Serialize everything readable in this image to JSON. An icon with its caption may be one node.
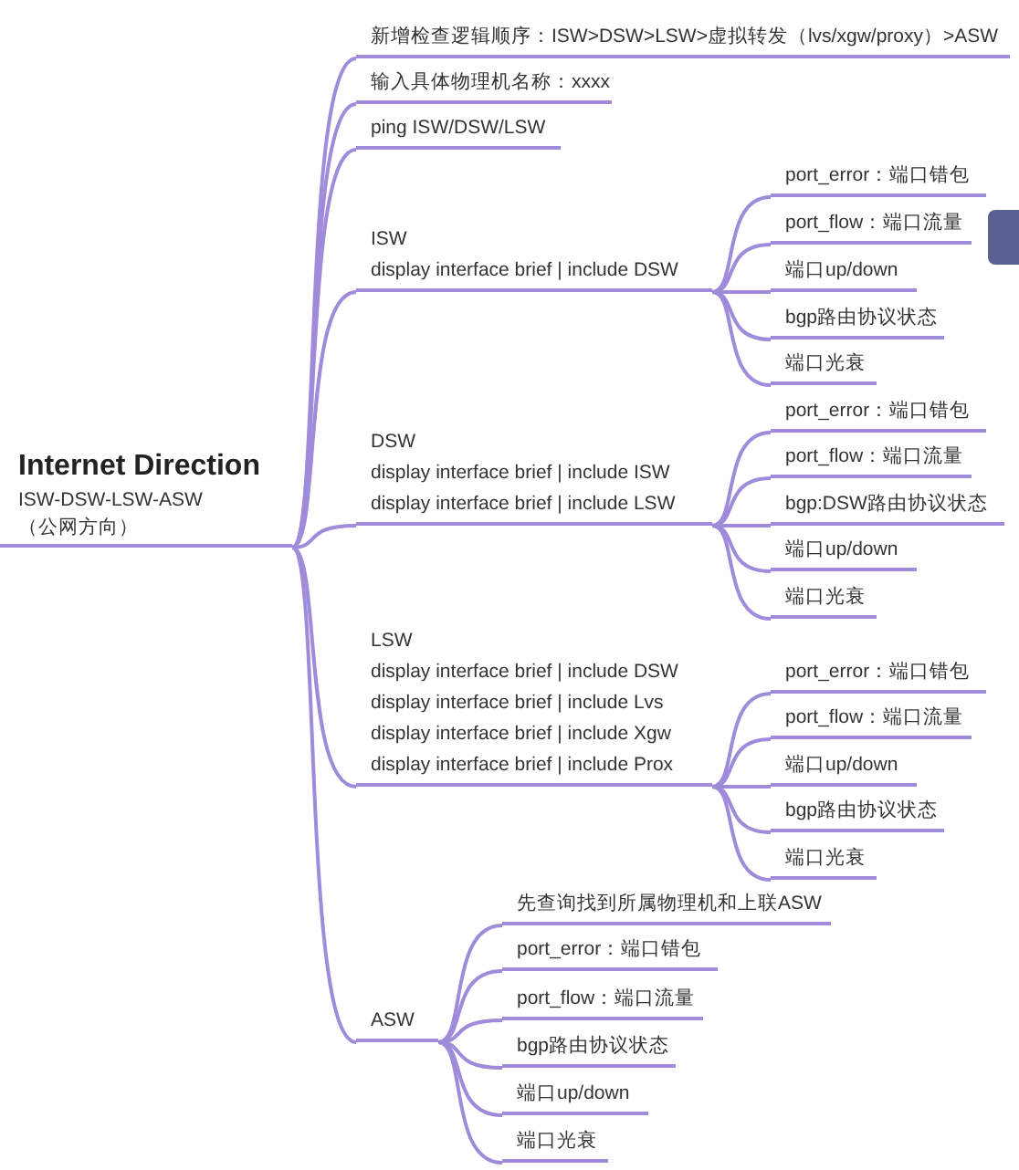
{
  "diagram": {
    "nodes": [
      {
        "text": [
          "Internet Direction",
          "ISW-DSW-LSW-ASW",
          "（公网方向）"
        ]
      },
      {
        "text": [
          "新增检查逻辑顺序：ISW>DSW>LSW>虚拟转发（lvs/xgw/proxy）>ASW"
        ]
      },
      {
        "text": [
          "输入具体物理机名称：xxxx"
        ]
      },
      {
        "text": [
          "ping ISW/DSW/LSW"
        ]
      },
      {
        "text": [
          "ISW",
          "display interface brief | include DSW"
        ]
      },
      {
        "text": [
          "port_error：端口错包"
        ]
      },
      {
        "text": [
          "port_flow：端口流量"
        ]
      },
      {
        "text": [
          "端口up/down"
        ]
      },
      {
        "text": [
          "bgp路由协议状态"
        ]
      },
      {
        "text": [
          "端口光衰"
        ]
      },
      {
        "text": [
          "DSW",
          "display interface brief | include ISW",
          "display interface brief | include LSW"
        ]
      },
      {
        "text": [
          "port_error：端口错包"
        ]
      },
      {
        "text": [
          "port_flow：端口流量"
        ]
      },
      {
        "text": [
          "bgp:DSW路由协议状态"
        ]
      },
      {
        "text": [
          "端口up/down"
        ]
      },
      {
        "text": [
          "端口光衰"
        ]
      },
      {
        "text": [
          "LSW",
          "display interface brief | include DSW",
          "display interface brief | include Lvs",
          "display interface brief | include Xgw",
          "display interface brief | include Prox"
        ]
      },
      {
        "text": [
          "port_error：端口错包"
        ]
      },
      {
        "text": [
          "port_flow：端口流量"
        ]
      },
      {
        "text": [
          "端口up/down"
        ]
      },
      {
        "text": [
          "bgp路由协议状态"
        ]
      },
      {
        "text": [
          "端口光衰"
        ]
      },
      {
        "text": [
          "ASW"
        ]
      },
      {
        "text": [
          "先查询找到所属物理机和上联ASW"
        ]
      },
      {
        "text": [
          "port_error：端口错包"
        ]
      },
      {
        "text": [
          "port_flow：端口流量"
        ]
      },
      {
        "text": [
          "bgp路由协议状态"
        ]
      },
      {
        "text": [
          "端口up/down"
        ]
      },
      {
        "text": [
          "端口光衰"
        ]
      }
    ],
    "edges": [
      {
        "from": 0,
        "to": 1,
        "arrow": "none"
      },
      {
        "from": 0,
        "to": 2,
        "arrow": "none"
      },
      {
        "from": 0,
        "to": 3,
        "arrow": "none"
      },
      {
        "from": 0,
        "to": 4,
        "arrow": "none"
      },
      {
        "from": 0,
        "to": 10,
        "arrow": "none"
      },
      {
        "from": 0,
        "to": 16,
        "arrow": "none"
      },
      {
        "from": 0,
        "to": 22,
        "arrow": "none"
      },
      {
        "from": 4,
        "to": 5,
        "arrow": "none"
      },
      {
        "from": 4,
        "to": 6,
        "arrow": "none"
      },
      {
        "from": 4,
        "to": 7,
        "arrow": "none"
      },
      {
        "from": 4,
        "to": 8,
        "arrow": "none"
      },
      {
        "from": 4,
        "to": 9,
        "arrow": "none"
      },
      {
        "from": 10,
        "to": 11,
        "arrow": "none"
      },
      {
        "from": 10,
        "to": 12,
        "arrow": "none"
      },
      {
        "from": 10,
        "to": 13,
        "arrow": "none"
      },
      {
        "from": 10,
        "to": 14,
        "arrow": "none"
      },
      {
        "from": 10,
        "to": 15,
        "arrow": "none"
      },
      {
        "from": 16,
        "to": 17,
        "arrow": "none"
      },
      {
        "from": 16,
        "to": 18,
        "arrow": "none"
      },
      {
        "from": 16,
        "to": 19,
        "arrow": "none"
      },
      {
        "from": 16,
        "to": 20,
        "arrow": "none"
      },
      {
        "from": 16,
        "to": 21,
        "arrow": "none"
      },
      {
        "from": 22,
        "to": 23,
        "arrow": "none"
      },
      {
        "from": 22,
        "to": 24,
        "arrow": "none"
      },
      {
        "from": 22,
        "to": 25,
        "arrow": "none"
      },
      {
        "from": 22,
        "to": 26,
        "arrow": "none"
      },
      {
        "from": 22,
        "to": 27,
        "arrow": "none"
      },
      {
        "from": 22,
        "to": 28,
        "arrow": "none"
      }
    ]
  }
}
